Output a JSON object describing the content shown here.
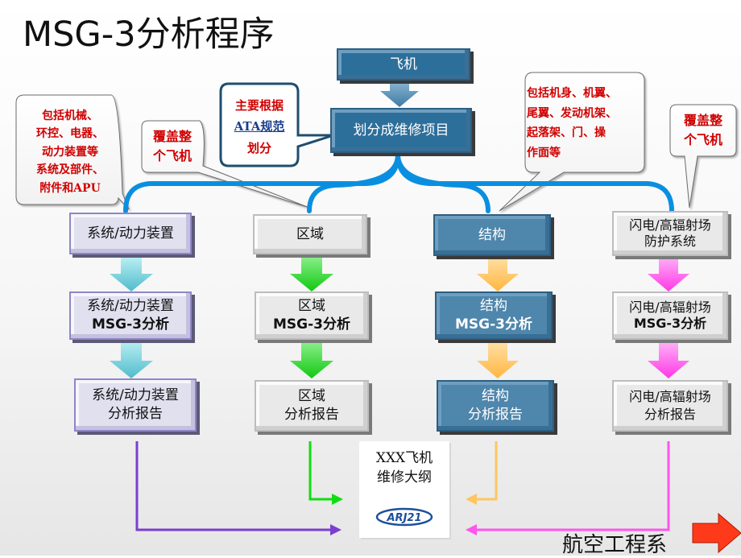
{
  "title": "MSG-3分析程序",
  "aircraft_label": "飞机",
  "divide_label": "划分成维修项目",
  "ata_callout": {
    "line1": "主要根据",
    "line2": "ATA规范",
    "line3": "划分"
  },
  "columns": [
    {
      "top": [
        "系统/动力装置"
      ],
      "mid": [
        "系统/动力装置",
        "MSG-3分析"
      ],
      "bottom": [
        "系统/动力装置",
        "分析报告"
      ]
    },
    {
      "top": [
        "区域"
      ],
      "mid": [
        "区域",
        "MSG-3分析"
      ],
      "bottom": [
        "区域",
        "分析报告"
      ]
    },
    {
      "top": [
        "结构"
      ],
      "mid": [
        "结构",
        "MSG-3分析"
      ],
      "bottom": [
        "结构",
        "分析报告"
      ]
    },
    {
      "top": [
        "闪电/高辐射场",
        "防护系统"
      ],
      "mid": [
        "闪电/高辐射场",
        "MSG-3分析"
      ],
      "bottom": [
        "闪电/高辐射场",
        "分析报告"
      ]
    }
  ],
  "callouts": {
    "systems": [
      "包括机械、",
      "环控、电器、",
      "动力装置等",
      "系统及部件、",
      "附件和APU"
    ],
    "zonal": [
      "覆盖整",
      "个飞机"
    ],
    "structure": [
      "包括机身、机翼、",
      "尾翼、发动机架、",
      "起落架、门、操",
      "作面等"
    ],
    "lightning": [
      "覆盖整",
      "个飞机"
    ]
  },
  "document": {
    "line1": "XXX飞机",
    "line2": "维修大纲",
    "logo_text": "ARJ21"
  },
  "footer": "航空工程系",
  "colors": {
    "bracket": "#0a8fe0",
    "aircraft_box": "#2d6f9b",
    "systems_arrow": "#5fc4cf",
    "zonal_arrow": "#11dd11",
    "structure_arrow": "#ffc560",
    "lightning_arrow": "#ff55ee",
    "systems_line": "#7b3fd0",
    "callout_text": "#d00000"
  }
}
